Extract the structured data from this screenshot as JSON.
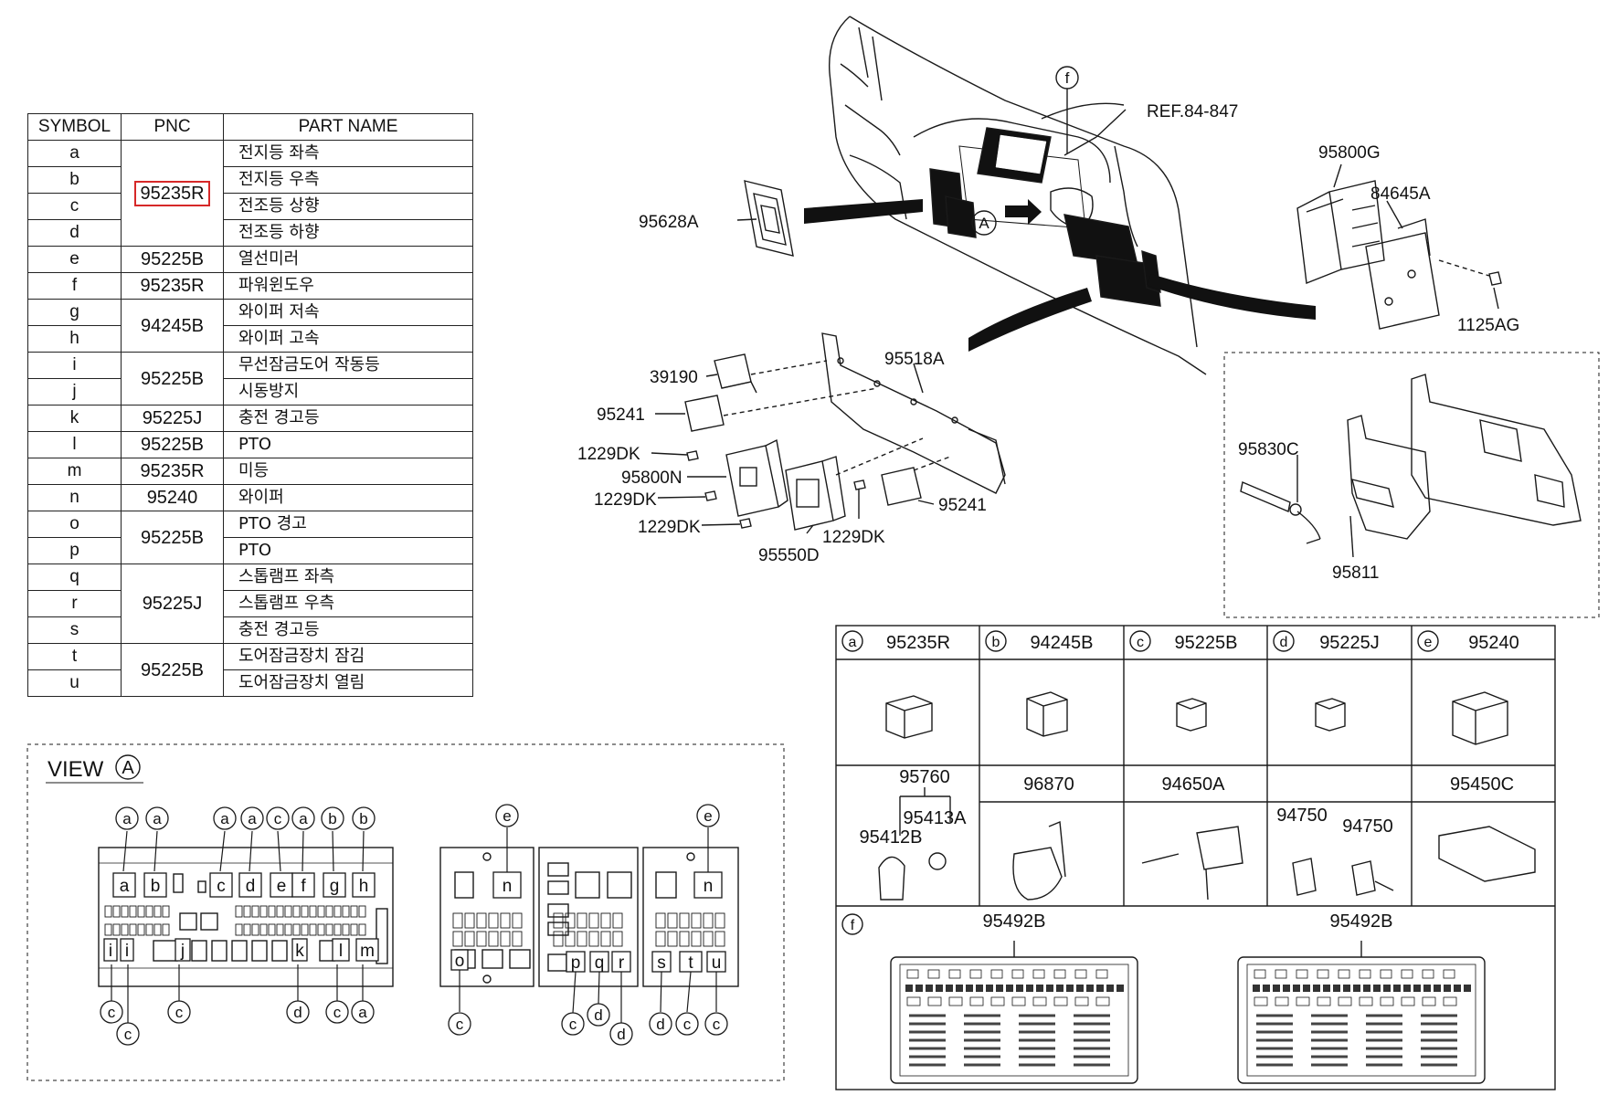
{
  "table": {
    "headers": [
      "SYMBOL",
      "PNC",
      "PART NAME"
    ],
    "highlight_pnc": "95235R",
    "rows": [
      {
        "symbol": "a",
        "pnc": "95235R",
        "pnc_rowspan": 4,
        "part": "전지등 좌측"
      },
      {
        "symbol": "b",
        "pnc": null,
        "part": "전지등 우측"
      },
      {
        "symbol": "c",
        "pnc": null,
        "part": "전조등 상향"
      },
      {
        "symbol": "d",
        "pnc": null,
        "part": "전조등 하향"
      },
      {
        "symbol": "e",
        "pnc": "95225B",
        "pnc_rowspan": 1,
        "part": "열선미러"
      },
      {
        "symbol": "f",
        "pnc": "95235R",
        "pnc_rowspan": 1,
        "part": "파워윈도우"
      },
      {
        "symbol": "g",
        "pnc": "94245B",
        "pnc_rowspan": 2,
        "part": "와이퍼 저속"
      },
      {
        "symbol": "h",
        "pnc": null,
        "part": "와이퍼 고속"
      },
      {
        "symbol": "i",
        "pnc": "95225B",
        "pnc_rowspan": 2,
        "part": "무선잠금도어 작동등"
      },
      {
        "symbol": "j",
        "pnc": null,
        "part": "시동방지"
      },
      {
        "symbol": "k",
        "pnc": "95225J",
        "pnc_rowspan": 1,
        "part": "충전 경고등"
      },
      {
        "symbol": "l",
        "pnc": "95225B",
        "pnc_rowspan": 1,
        "part": "PTO"
      },
      {
        "symbol": "m",
        "pnc": "95235R",
        "pnc_rowspan": 1,
        "part": "미등"
      },
      {
        "symbol": "n",
        "pnc": "95240",
        "pnc_rowspan": 1,
        "part": "와이퍼"
      },
      {
        "symbol": "o",
        "pnc": "95225B",
        "pnc_rowspan": 2,
        "part": "PTO 경고"
      },
      {
        "symbol": "p",
        "pnc": null,
        "part": "PTO"
      },
      {
        "symbol": "q",
        "pnc": "95225J",
        "pnc_rowspan": 3,
        "part": "스톱램프 좌측"
      },
      {
        "symbol": "r",
        "pnc": null,
        "part": "스톱램프 우측"
      },
      {
        "symbol": "s",
        "pnc": null,
        "part": "충전 경고등"
      },
      {
        "symbol": "t",
        "pnc": "95225B",
        "pnc_rowspan": 2,
        "part": "도어잠금장치 잠김"
      },
      {
        "symbol": "u",
        "pnc": null,
        "part": "도어잠금장치 열림"
      }
    ]
  },
  "main_view": {
    "callouts": [
      {
        "id": "ref",
        "text": "REF.84-847"
      },
      {
        "id": "95628a",
        "text": "95628A"
      },
      {
        "id": "95800g",
        "text": "95800G"
      },
      {
        "id": "84645a",
        "text": "84645A"
      },
      {
        "id": "1125ag",
        "text": "1125AG"
      },
      {
        "id": "39190",
        "text": "39190"
      },
      {
        "id": "95518a",
        "text": "95518A"
      },
      {
        "id": "95241-a",
        "text": "95241"
      },
      {
        "id": "1229dk-a",
        "text": "1229DK"
      },
      {
        "id": "95800n",
        "text": "95800N"
      },
      {
        "id": "1229dk-b",
        "text": "1229DK"
      },
      {
        "id": "1229dk-c",
        "text": "1229DK"
      },
      {
        "id": "95550d",
        "text": "95550D"
      },
      {
        "id": "1229dk-d",
        "text": "1229DK"
      },
      {
        "id": "95241-b",
        "text": "95241"
      },
      {
        "id": "95830c",
        "text": "95830C"
      },
      {
        "id": "95811",
        "text": "95811"
      }
    ],
    "circle_labels": {
      "f": "f",
      "A": "A"
    }
  },
  "view_a": {
    "title": "VIEW",
    "circle": "A",
    "panel1": {
      "top_circles": [
        "a",
        "a",
        "a",
        "a",
        "c",
        "a",
        "b",
        "b"
      ],
      "row1_labels": [
        "a",
        "b",
        "c",
        "d",
        "e",
        "f",
        "g",
        "h"
      ],
      "row2_labels": [
        "i",
        "i",
        "j",
        "k",
        "l",
        "m"
      ],
      "bottom_circles": [
        "c",
        "c",
        "c",
        "d",
        "c",
        "a"
      ]
    },
    "panel2": {
      "top": "e",
      "box": "n",
      "bottom_box": "o",
      "bottom_circle": "c"
    },
    "panel3": {
      "boxes": [
        "p",
        "q",
        "r"
      ],
      "bottom_circles": [
        "c",
        "d",
        "d"
      ]
    },
    "panel4": {
      "top": "e",
      "box": "n",
      "boxes": [
        "s",
        "t",
        "u"
      ],
      "bottom_circles": [
        "d",
        "c",
        "c"
      ]
    }
  },
  "parts_grid": {
    "cells_row1": [
      {
        "circle": "a",
        "pnc": "95235R"
      },
      {
        "circle": "b",
        "pnc": "94245B"
      },
      {
        "circle": "c",
        "pnc": "95225B"
      },
      {
        "circle": "d",
        "pnc": "95225J"
      },
      {
        "circle": "e",
        "pnc": "95240"
      }
    ],
    "row2_headers": [
      "95760",
      "96870",
      "94650A",
      "",
      "95450C"
    ],
    "row2_sub": {
      "a": "95413A",
      "b": "95412B",
      "c": "94750",
      "d": "94750"
    },
    "row3": {
      "circle": "f",
      "left": "95492B",
      "right": "95492B"
    }
  }
}
